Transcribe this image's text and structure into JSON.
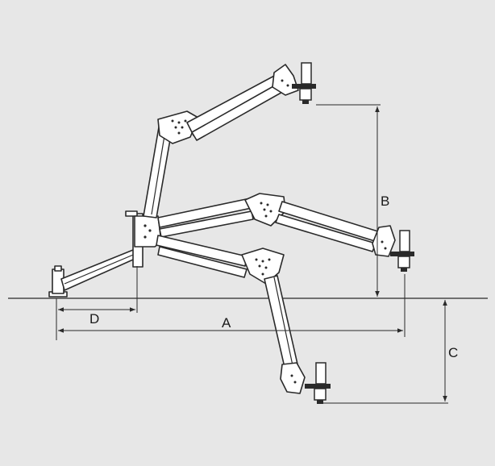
{
  "dimensions": {
    "a": "A",
    "b": "B",
    "c": "C",
    "d": "D"
  },
  "colors": {
    "background": "#e7e7e7",
    "line": "#2a2a2a",
    "fill": "#ffffff"
  }
}
